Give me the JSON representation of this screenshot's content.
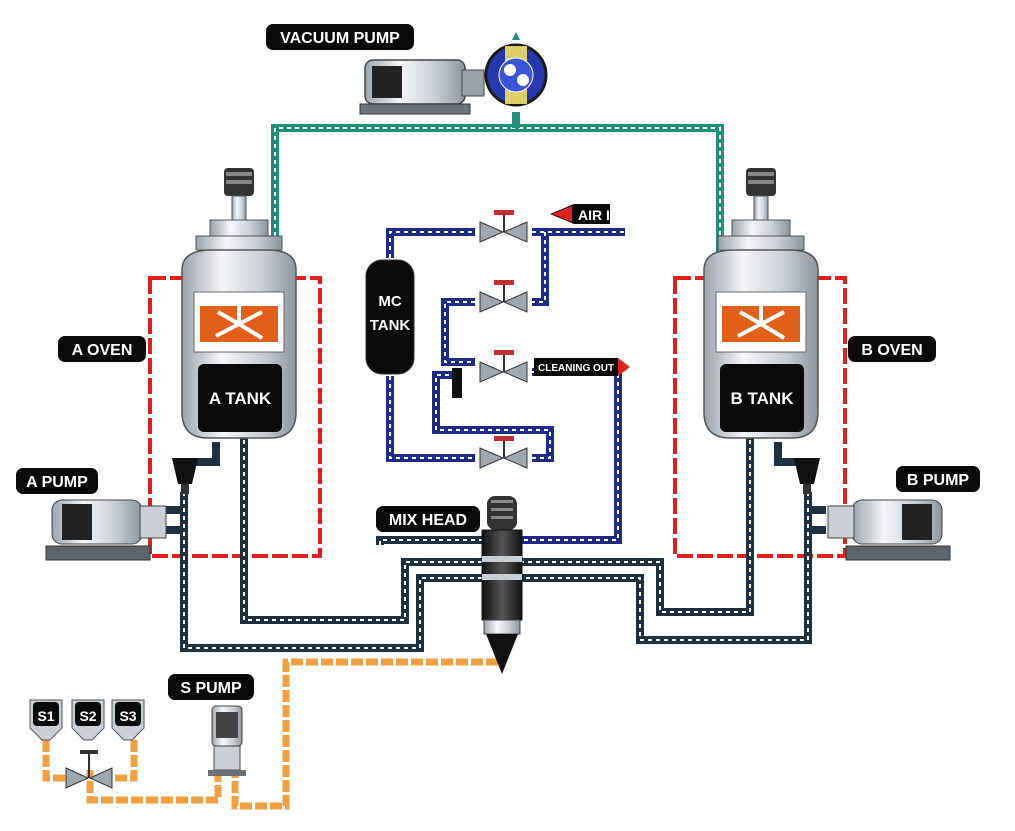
{
  "labels": {
    "vacuum_pump": "VACUUM PUMP",
    "air_in": "AIR IN",
    "mc_tank_line1": "MC",
    "mc_tank_line2": "TANK",
    "cleaning_out": "CLEANING OUT",
    "a_oven": "A OVEN",
    "b_oven": "B OVEN",
    "a_tank": "A TANK",
    "b_tank": "B TANK",
    "a_pump": "A PUMP",
    "b_pump": "B PUMP",
    "mix_head": "MIX HEAD",
    "s_pump": "S PUMP",
    "s1": "S1",
    "s2": "S2",
    "s3": "S3"
  },
  "colors": {
    "vacuum_line": "#1f8f7a",
    "air_line": "#1e2a8a",
    "material_line": "#1f3040",
    "oven_outline": "#e02020",
    "solvent_line": "#f0a040",
    "label_bg": "#0a0a0a",
    "agitator": "#e0601a",
    "tank_body": "#e4e8ec"
  }
}
